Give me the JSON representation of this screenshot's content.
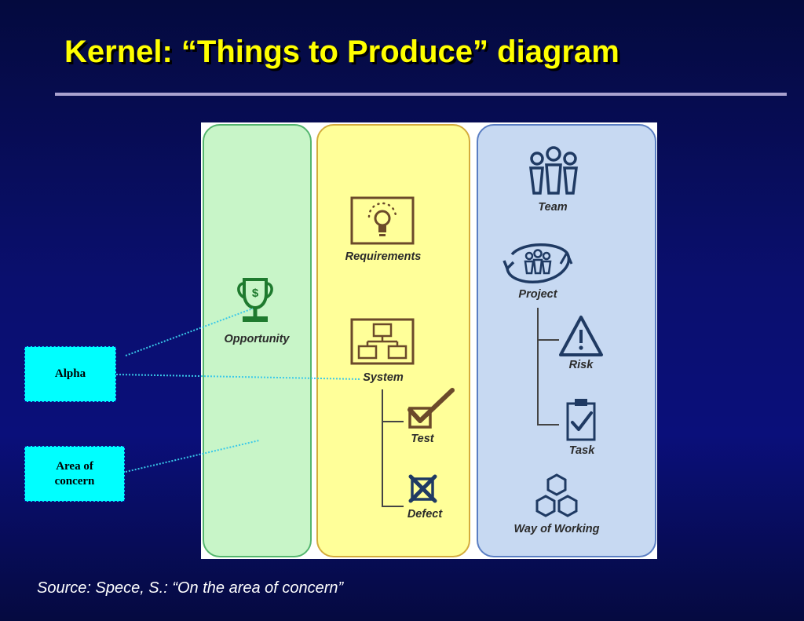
{
  "slide": {
    "title": "Kernel: “Things to Produce” diagram",
    "source": "Source: Spece, S.:  “On the area of concern”"
  },
  "diagram": {
    "columns": {
      "customer": {
        "color": "#c8f5c8",
        "items": [
          {
            "label": "Opportunity",
            "icon": "trophy-icon"
          }
        ]
      },
      "solution": {
        "color": "#ffff99",
        "items": [
          {
            "label": "Requirements",
            "icon": "lightbulb-icon"
          },
          {
            "label": "System",
            "icon": "org-chart-icon",
            "children": [
              {
                "label": "Test",
                "icon": "checkbox-check-icon"
              },
              {
                "label": "Defect",
                "icon": "checkbox-cross-icon"
              }
            ]
          }
        ]
      },
      "endeavor": {
        "color": "#c7d9f2",
        "items": [
          {
            "label": "Team",
            "icon": "people-group-icon"
          },
          {
            "label": "Project",
            "icon": "people-cycle-icon",
            "children": [
              {
                "label": "Risk",
                "icon": "warning-triangle-icon"
              },
              {
                "label": "Task",
                "icon": "clipboard-check-icon"
              }
            ]
          },
          {
            "label": "Way of Working",
            "icon": "hexagons-icon"
          }
        ]
      }
    }
  },
  "callouts": {
    "alpha": "Alpha",
    "area_of_concern_line1": "Area of",
    "area_of_concern_line2": "concern",
    "color": "#00ffff"
  },
  "colors": {
    "title": "#ffff00",
    "icon_dark": "#6b4a2a",
    "icon_blue": "#1f3a63",
    "icon_green": "#1e7a2e"
  }
}
